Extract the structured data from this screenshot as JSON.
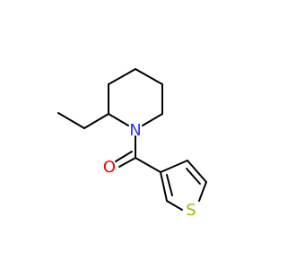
{
  "atoms": [
    {
      "id": "N1",
      "label": "N",
      "color": "#3333ff"
    },
    {
      "id": "O1",
      "label": "O",
      "color": "#ff0000"
    },
    {
      "id": "S1",
      "label": "S",
      "color": "#b2b200"
    }
  ]
}
